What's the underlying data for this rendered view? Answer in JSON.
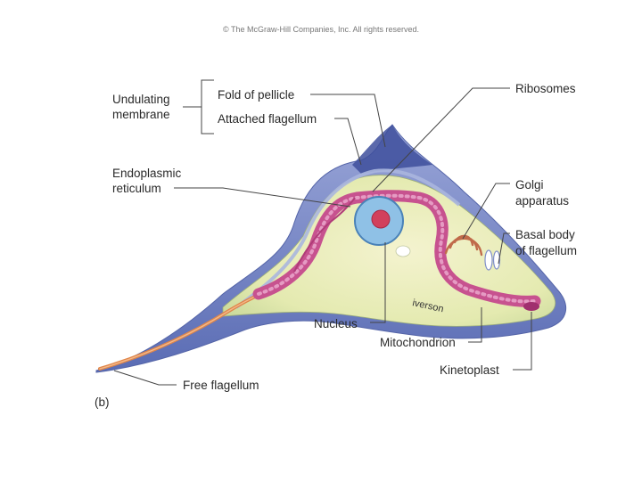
{
  "copyright": "© The McGraw-Hill Companies, Inc. All rights reserved.",
  "panel_label": "(b)",
  "artist_signature": "iverson",
  "labels": {
    "undulating_membrane": [
      "Undulating",
      "membrane"
    ],
    "fold_of_pellicle": "Fold of pellicle",
    "attached_flagellum": "Attached flagellum",
    "endoplasmic_reticulum": [
      "Endoplasmic",
      "reticulum"
    ],
    "ribosomes": "Ribosomes",
    "golgi_apparatus": [
      "Golgi",
      "apparatus"
    ],
    "basal_body": [
      "Basal body",
      "of flagellum"
    ],
    "nucleus": "Nucleus",
    "mitochondrion": "Mitochondrion",
    "kinetoplast": "Kinetoplast",
    "free_flagellum": "Free flagellum"
  },
  "colors": {
    "membrane_blue": "#7f8fc8",
    "cytoplasm_yellow": "#e6ebb0",
    "mitochondrion_pink": "#c7528f",
    "nucleus_blue": "#8fc1e6",
    "nucleolus_red": "#d2405c",
    "flagellum_orange": "#e0864a",
    "leader_line": "#444444"
  }
}
